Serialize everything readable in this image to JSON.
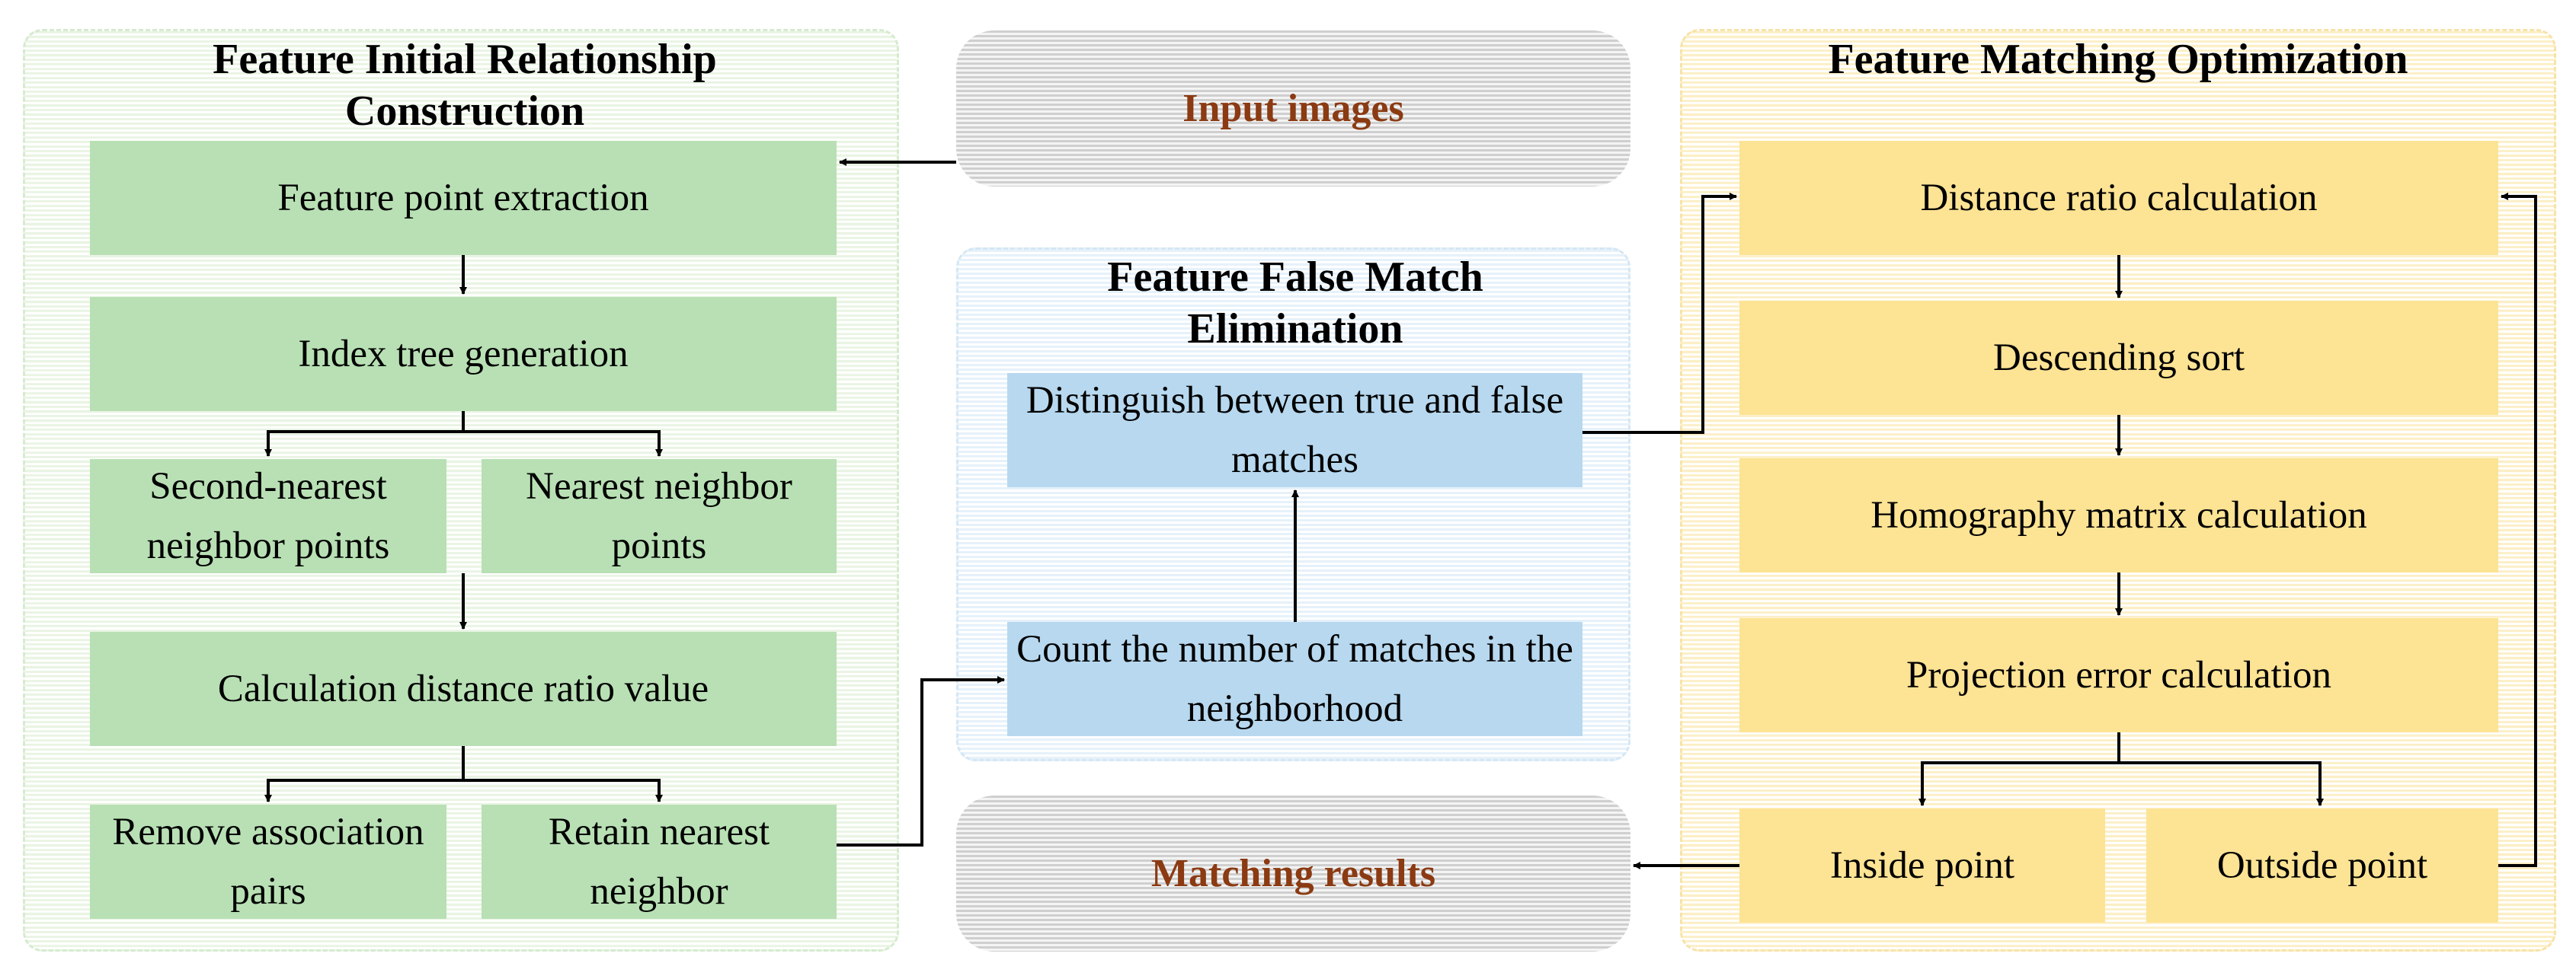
{
  "panels": {
    "left_title": "Feature Initial Relationship Construction",
    "middle_title": "Feature False Match Elimination",
    "right_title": "Feature Matching Optimization"
  },
  "terminals": {
    "input": "Input images",
    "output": "Matching results"
  },
  "left_steps": {
    "extraction": "Feature point extraction",
    "index_tree": "Index tree generation",
    "second_nearest": "Second-nearest neighbor points",
    "nearest": "Nearest neighbor points",
    "ratio_value": "Calculation distance ratio value",
    "remove": "Remove association pairs",
    "retain": "Retain nearest neighbor"
  },
  "middle_steps": {
    "distinguish": "Distinguish between true and false matches",
    "count": "Count the number of matches in the neighborhood"
  },
  "right_steps": {
    "distance_ratio": "Distance ratio calculation",
    "sort": "Descending sort",
    "homography": "Homography matrix calculation",
    "projection": "Projection error calculation",
    "inside": "Inside point",
    "outside": "Outside point"
  },
  "colors": {
    "green_box": "#b8e0b4",
    "blue_box": "#b7d8ef",
    "yellow_box": "#fde394",
    "terminal_text": "#8b3a12"
  }
}
